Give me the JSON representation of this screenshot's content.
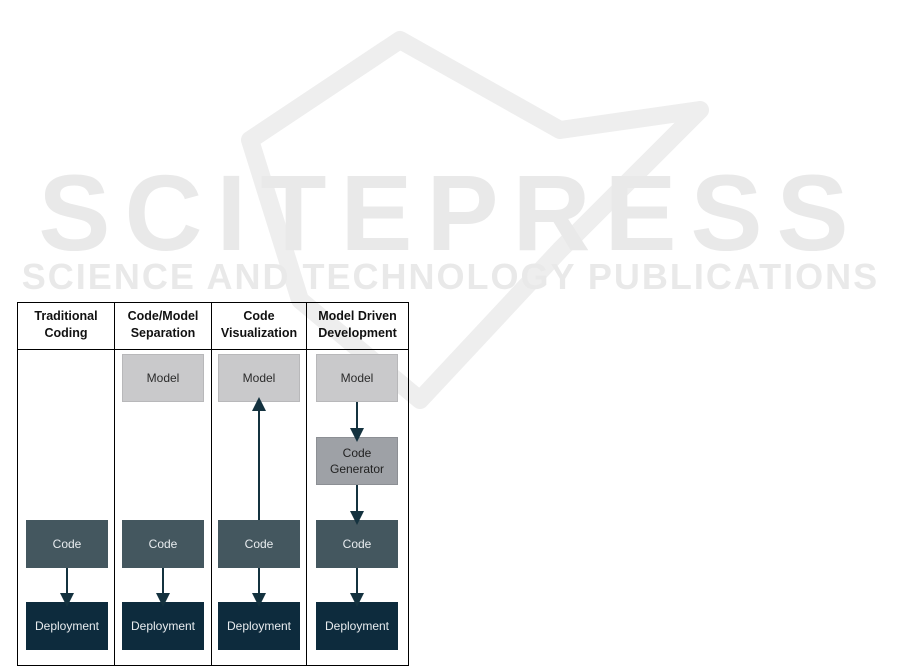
{
  "watermark": {
    "title": "SCITEPRESS",
    "subtitle": "SCIENCE AND TECHNOLOGY PUBLICATIONS"
  },
  "diagram": {
    "columns": [
      {
        "header": "Traditional\nCoding",
        "boxes": [
          "Code",
          "Deployment"
        ]
      },
      {
        "header": "Code/Model\nSeparation",
        "boxes": [
          "Model",
          "Code",
          "Deployment"
        ]
      },
      {
        "header": "Code\nVisualization",
        "boxes": [
          "Model",
          "Code",
          "Deployment"
        ]
      },
      {
        "header": "Model Driven\nDevelopment",
        "boxes": [
          "Model",
          "Code\nGenerator",
          "Code",
          "Deployment"
        ]
      }
    ],
    "colors": {
      "model": "#c9c9cb",
      "generator": "#9ea1a6",
      "code": "#44575f",
      "deployment": "#0d2b3d",
      "arrow": "#14323f"
    }
  }
}
